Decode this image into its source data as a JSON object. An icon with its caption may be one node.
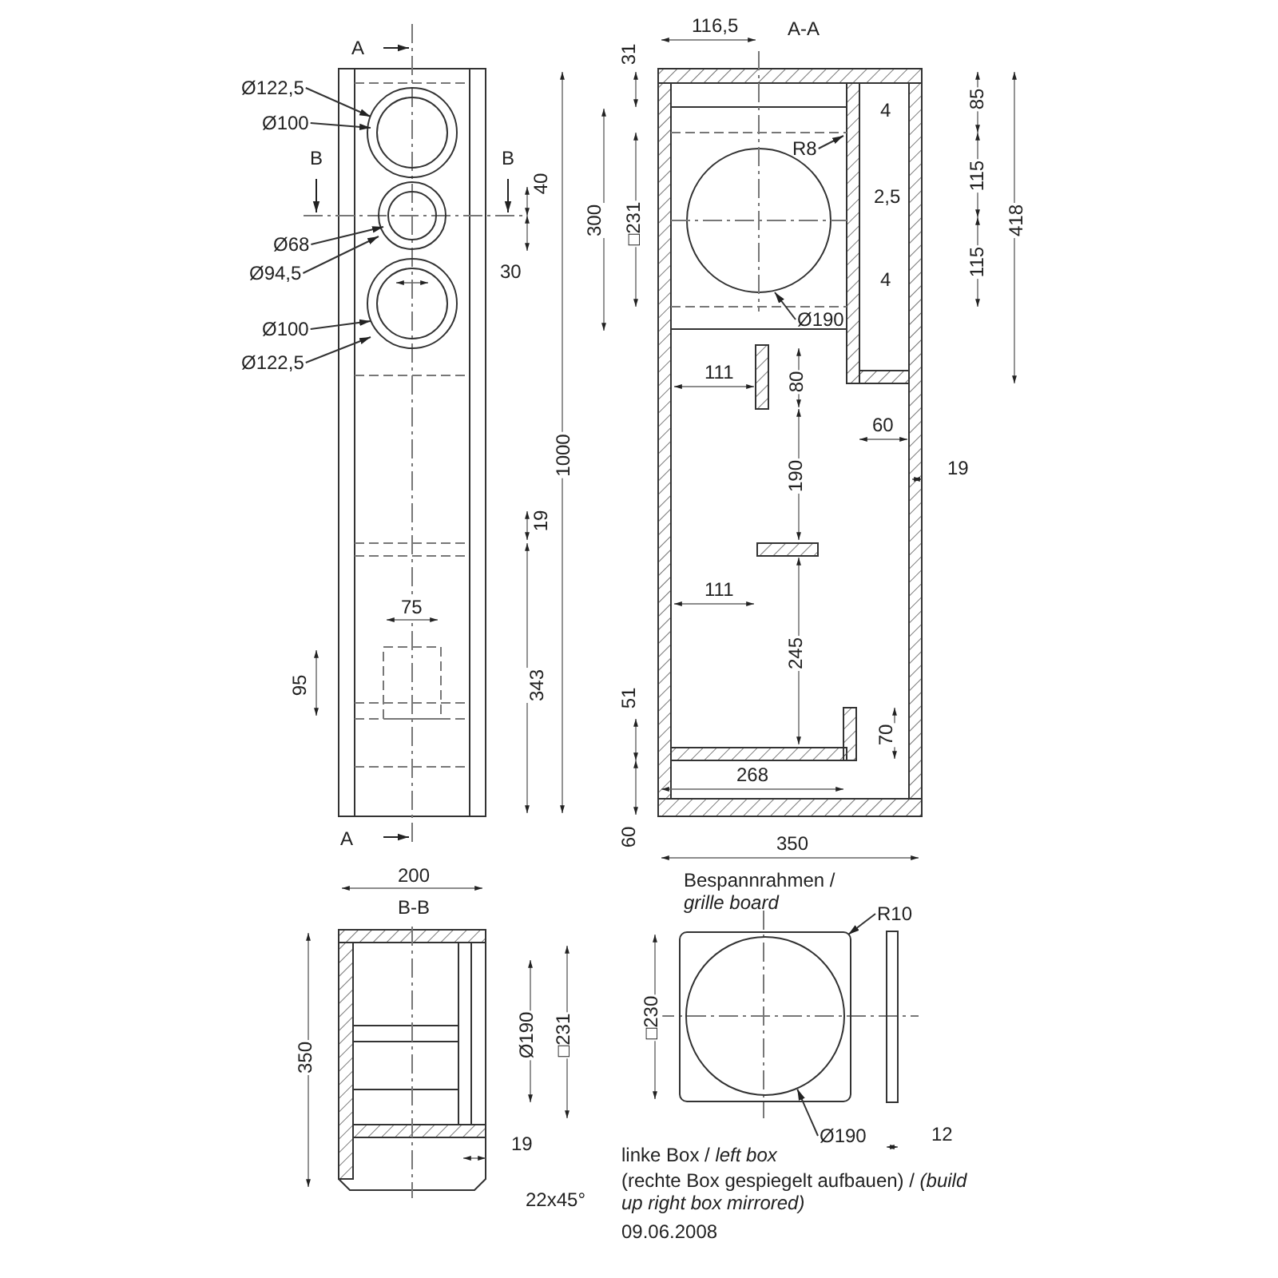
{
  "diagram": {
    "nodes": [
      {
        "text": [
          "Ø122,5"
        ]
      },
      {
        "text": [
          "Ø100"
        ]
      },
      {
        "text": [
          "Ø68"
        ]
      },
      {
        "text": [
          "Ø94,5"
        ]
      },
      {
        "text": [
          "Ø100"
        ]
      },
      {
        "text": [
          "Ø122,5"
        ]
      },
      {
        "text": [
          "R8"
        ]
      },
      {
        "text": [
          "Ø190"
        ]
      },
      {
        "text": [
          "R10"
        ]
      },
      {
        "text": [
          "Ø190"
        ]
      },
      {
        "text": [
          "Bespannrahmen / *grille board*"
        ]
      },
      {
        "text": [],
        "shape": "circle",
        "in": 10
      }
    ],
    "edges": [
      {
        "from": 0,
        "to": null,
        "arrow": "to"
      },
      {
        "from": 1,
        "to": null,
        "arrow": "to"
      },
      {
        "from": 2,
        "to": null,
        "arrow": "to"
      },
      {
        "from": 3,
        "to": null,
        "arrow": "to"
      },
      {
        "from": 4,
        "to": null,
        "arrow": "to"
      },
      {
        "from": 5,
        "to": null,
        "arrow": "to"
      },
      {
        "from": 6,
        "to": null,
        "arrow": "to"
      },
      {
        "from": 7,
        "to": null,
        "arrow": "to"
      },
      {
        "from": 8,
        "to": 10,
        "arrow": "to"
      },
      {
        "from": 9,
        "to": 11,
        "arrow": "to"
      }
    ],
    "labels": [
      "A",
      "B",
      "B",
      "40",
      "30",
      "19",
      "75",
      "95",
      "343",
      "A",
      "1000",
      "116,5",
      "A-A",
      "31",
      "300",
      "□231",
      "4",
      "85",
      "2,5",
      "115",
      "115",
      "4",
      "418",
      "111",
      "80",
      "60",
      "190",
      "19",
      "111",
      "245",
      "51",
      "70",
      "268",
      "60",
      "350",
      "200",
      "B-B",
      "350",
      "Ø190",
      "□231",
      "19",
      "22x45°",
      "□230",
      "12",
      "linke Box / *left box*",
      "(rechte Box gespiegelt aufbauen) / *(build up right box mirrored)*",
      "09.06.2008"
    ]
  }
}
